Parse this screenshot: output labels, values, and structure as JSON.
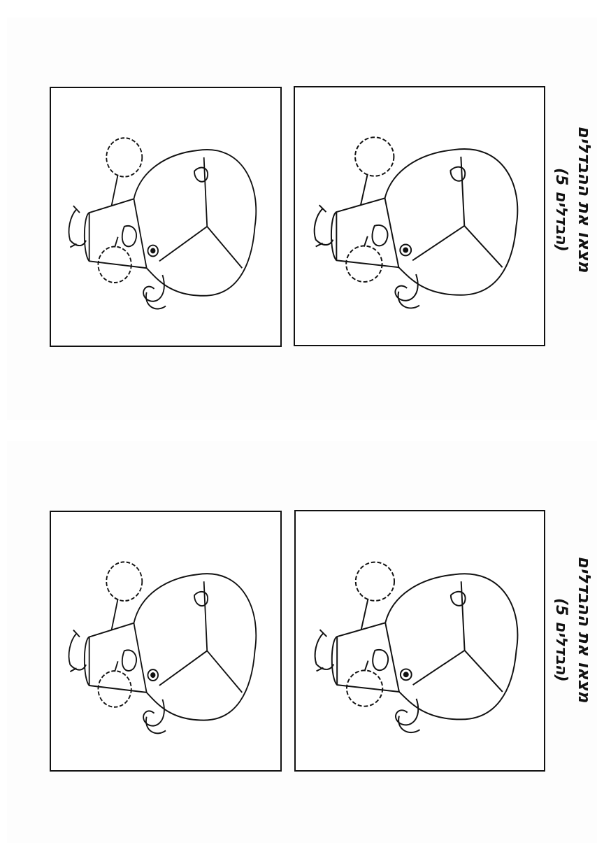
{
  "worksheets": [
    {
      "title": "מצאו את ההבדלים",
      "subtitle": "(5 הבדלים)"
    },
    {
      "title": "מצאו את ההבדלים",
      "subtitle": "(5 הבדלים)"
    }
  ]
}
